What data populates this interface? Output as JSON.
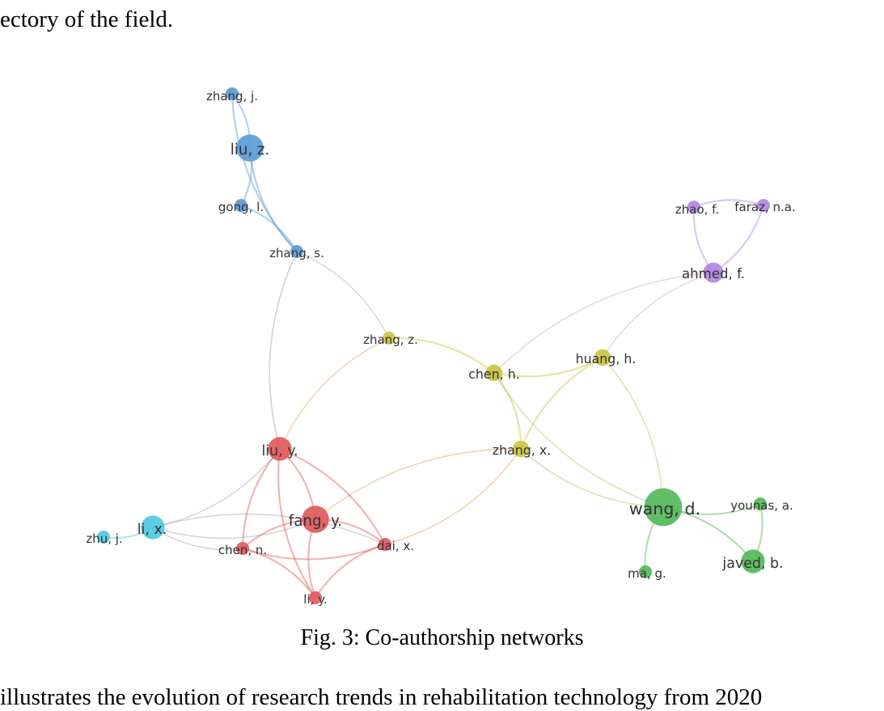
{
  "text": {
    "preceding_line": "ectory of the field.",
    "caption": "Fig. 3: Co-authorship networks",
    "following_line": "illustrates the evolution of research trends in rehabilitation technology from 2020"
  },
  "chart_data": {
    "type": "network",
    "title": "",
    "cluster_colors": {
      "blue": "#5b9bd5",
      "purple": "#b284e0",
      "yellow": "#cbc33f",
      "red": "#e15a5a",
      "green": "#54b85a",
      "cyan": "#4fc9de"
    },
    "nodes": [
      {
        "id": "zhang_j",
        "label": "zhang, j.",
        "cluster": "blue",
        "weight": 1
      },
      {
        "id": "liu_z",
        "label": "liu, z.",
        "cluster": "blue",
        "weight": 3
      },
      {
        "id": "gong_l",
        "label": "gong, l.",
        "cluster": "blue",
        "weight": 1
      },
      {
        "id": "zhang_s",
        "label": "zhang, s.",
        "cluster": "blue",
        "weight": 1
      },
      {
        "id": "zhao_f",
        "label": "zhao, f.",
        "cluster": "purple",
        "weight": 1
      },
      {
        "id": "faraz_na",
        "label": "faraz, n.a.",
        "cluster": "purple",
        "weight": 1
      },
      {
        "id": "ahmed_f",
        "label": "ahmed, f.",
        "cluster": "purple",
        "weight": 2
      },
      {
        "id": "zhang_z",
        "label": "zhang, z.",
        "cluster": "yellow",
        "weight": 1
      },
      {
        "id": "chen_h",
        "label": "chen, h.",
        "cluster": "yellow",
        "weight": 1.5
      },
      {
        "id": "huang_h",
        "label": "huang, h.",
        "cluster": "yellow",
        "weight": 1.5
      },
      {
        "id": "zhang_x",
        "label": "zhang, x.",
        "cluster": "yellow",
        "weight": 1.5
      },
      {
        "id": "liu_y",
        "label": "liu, y.",
        "cluster": "red",
        "weight": 2.5
      },
      {
        "id": "fang_y",
        "label": "fang, y.",
        "cluster": "red",
        "weight": 3
      },
      {
        "id": "chen_n",
        "label": "chen, n.",
        "cluster": "red",
        "weight": 1
      },
      {
        "id": "dai_x",
        "label": "dai, x.",
        "cluster": "red",
        "weight": 1
      },
      {
        "id": "li_y",
        "label": "li, y.",
        "cluster": "red",
        "weight": 1
      },
      {
        "id": "zhu_j",
        "label": "zhu, j.",
        "cluster": "cyan",
        "weight": 1
      },
      {
        "id": "li_x",
        "label": "li, x.",
        "cluster": "cyan",
        "weight": 2.5
      },
      {
        "id": "wang_d",
        "label": "wang, d.",
        "cluster": "green",
        "weight": 4.5
      },
      {
        "id": "younas_a",
        "label": "younas, a.",
        "cluster": "green",
        "weight": 1
      },
      {
        "id": "javed_b",
        "label": "javed, b.",
        "cluster": "green",
        "weight": 2.5
      },
      {
        "id": "ma_g",
        "label": "ma, g.",
        "cluster": "green",
        "weight": 1
      }
    ],
    "edges": [
      [
        "zhang_j",
        "liu_z"
      ],
      [
        "zhang_j",
        "zhang_s"
      ],
      [
        "liu_z",
        "gong_l"
      ],
      [
        "liu_z",
        "zhang_s"
      ],
      [
        "gong_l",
        "zhang_s"
      ],
      [
        "zhang_s",
        "liu_y"
      ],
      [
        "zhang_s",
        "zhang_z"
      ],
      [
        "zhang_z",
        "liu_y"
      ],
      [
        "zhang_z",
        "chen_h"
      ],
      [
        "chen_h",
        "huang_h"
      ],
      [
        "chen_h",
        "zhang_x"
      ],
      [
        "chen_h",
        "wang_d"
      ],
      [
        "huang_h",
        "ahmed_f"
      ],
      [
        "huang_h",
        "zhang_x"
      ],
      [
        "huang_h",
        "wang_d"
      ],
      [
        "zhang_x",
        "wang_d"
      ],
      [
        "zhang_x",
        "dai_x"
      ],
      [
        "zhang_x",
        "fang_y"
      ],
      [
        "zhao_f",
        "faraz_na"
      ],
      [
        "zhao_f",
        "ahmed_f"
      ],
      [
        "faraz_na",
        "ahmed_f"
      ],
      [
        "ahmed_f",
        "chen_h"
      ],
      [
        "liu_y",
        "fang_y"
      ],
      [
        "liu_y",
        "chen_n"
      ],
      [
        "liu_y",
        "dai_x"
      ],
      [
        "liu_y",
        "li_y"
      ],
      [
        "liu_y",
        "li_x"
      ],
      [
        "fang_y",
        "chen_n"
      ],
      [
        "fang_y",
        "dai_x"
      ],
      [
        "fang_y",
        "li_y"
      ],
      [
        "fang_y",
        "li_x"
      ],
      [
        "chen_n",
        "dai_x"
      ],
      [
        "chen_n",
        "li_y"
      ],
      [
        "dai_x",
        "li_y"
      ],
      [
        "li_x",
        "zhu_j"
      ],
      [
        "li_x",
        "chen_n"
      ],
      [
        "li_x",
        "dai_x"
      ],
      [
        "wang_d",
        "younas_a"
      ],
      [
        "wang_d",
        "javed_b"
      ],
      [
        "wang_d",
        "ma_g"
      ],
      [
        "younas_a",
        "javed_b"
      ]
    ]
  }
}
